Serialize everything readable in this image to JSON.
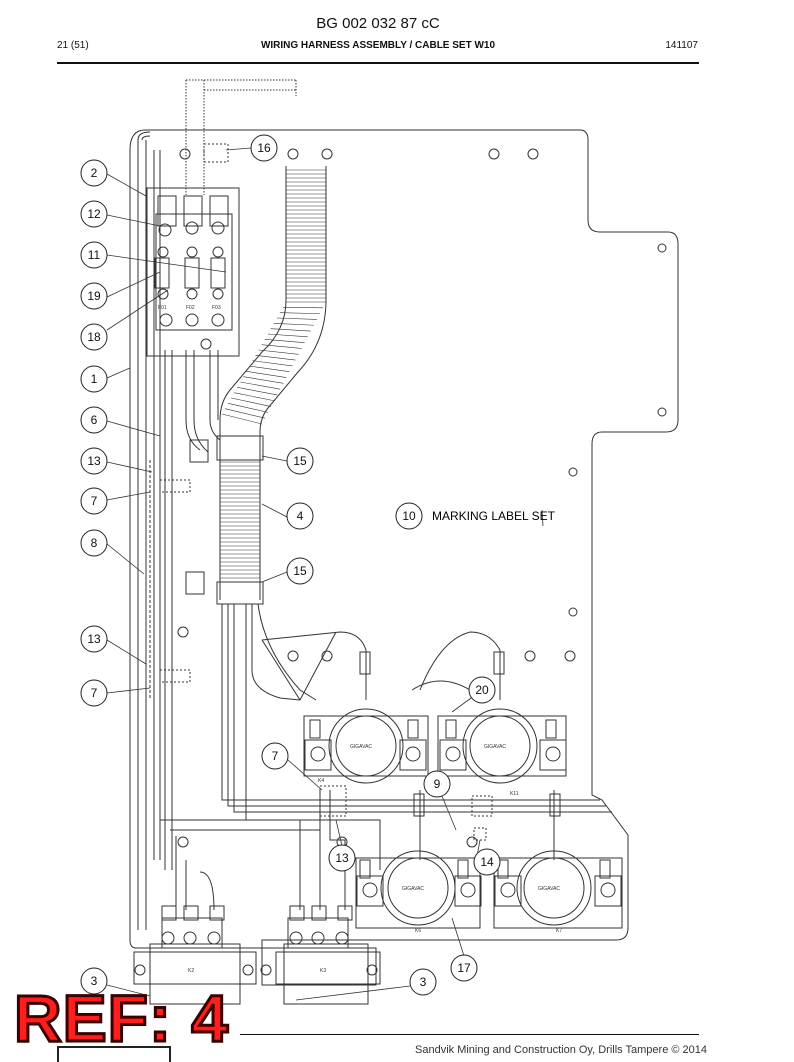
{
  "header": {
    "doc_number": "BG 002 032 87 cC",
    "page": "21 (51)",
    "title": "WIRING HARNESS ASSEMBLY / CABLE SET W10",
    "date": "141107"
  },
  "callouts": {
    "c1": "1",
    "c2": "2",
    "c3a": "3",
    "c3b": "3",
    "c4": "4",
    "c6": "6",
    "c7a": "7",
    "c7b": "7",
    "c7c": "7",
    "c8": "8",
    "c9": "9",
    "c10": "10",
    "c11": "11",
    "c12": "12",
    "c13a": "13",
    "c13b": "13",
    "c13c": "13",
    "c14": "14",
    "c15a": "15",
    "c15b": "15",
    "c16": "16",
    "c17": "17",
    "c18": "18",
    "c19": "19",
    "c20": "20"
  },
  "marking_label": "MARKING LABEL SET",
  "component_labels": {
    "fuse_1": "F01",
    "fuse_2": "F02",
    "fuse_3": "F03",
    "relay_a": "K4",
    "relay_b": "K11",
    "relay_c": "K6",
    "relay_d": "K7",
    "contactor_a": "K2",
    "contactor_b": "K3",
    "relay_brand": "GIGAVAC"
  },
  "footer": {
    "copyright": "Sandvik Mining and Construction Oy, Drills Tampere © 2014"
  },
  "stamp": "REF: 4",
  "colors": {
    "line": "#333333",
    "stamp": "#ff1d1d"
  }
}
